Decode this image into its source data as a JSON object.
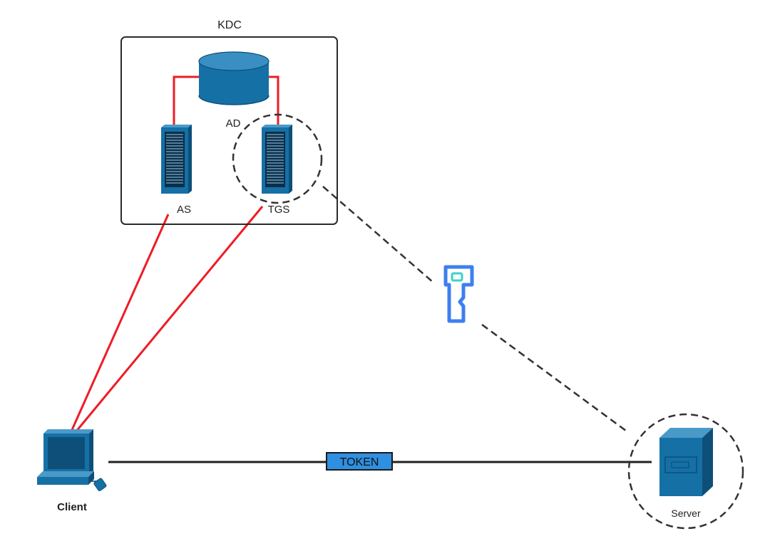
{
  "kdc": {
    "label": "KDC"
  },
  "nodes": {
    "ad": {
      "label": "AD",
      "icon": "database-cylinder-icon"
    },
    "as": {
      "label": "AS",
      "icon": "tower-server-icon"
    },
    "tgs": {
      "label": "TGS",
      "icon": "tower-server-icon"
    },
    "client": {
      "label": "Client",
      "icon": "desktop-computer-icon"
    },
    "server": {
      "label": "Server",
      "icon": "server-box-icon"
    }
  },
  "token": {
    "label": "TOKEN"
  },
  "key": {
    "icon": "key-icon"
  },
  "colors": {
    "device_blue": "#1570a6",
    "device_dark": "#0d4f78",
    "red_link": "#ee1c25",
    "dashed_link": "#333333",
    "token_fill": "#2f8fe0",
    "key_blue": "#3d7ff0",
    "key_teal": "#39d3c9"
  }
}
